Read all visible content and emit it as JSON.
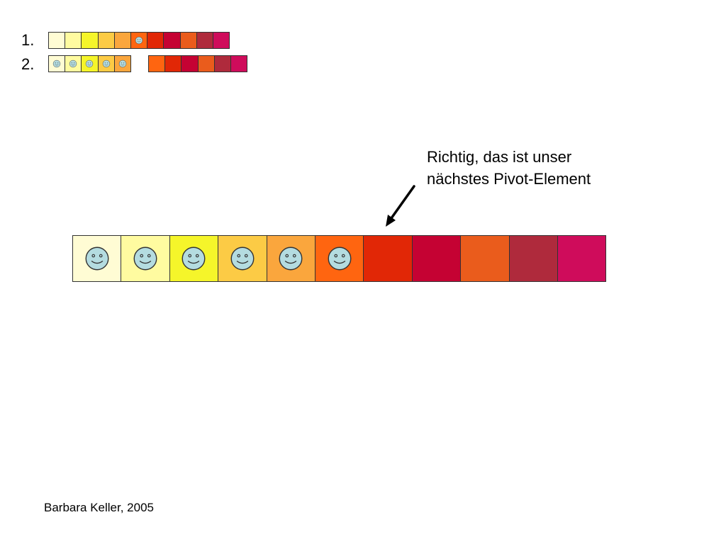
{
  "colors": [
    "#fffcd4",
    "#fffba0",
    "#f5f52a",
    "#fccb45",
    "#faa63d",
    "#ff6510",
    "#e12706",
    "#c50233",
    "#ea5c1c",
    "#af2a3c",
    "#cf0c5b"
  ],
  "rows": [
    {
      "label": "1.",
      "smiley_indices": [
        5
      ],
      "gap_after": null
    },
    {
      "label": "2.",
      "smiley_indices": [
        0,
        1,
        2,
        3,
        4
      ],
      "gap_after": 4
    }
  ],
  "main_row": {
    "smiley_indices": [
      0,
      1,
      2,
      3,
      4,
      5
    ]
  },
  "callout": {
    "line1": "Richtig, das ist unser",
    "line2": "nächstes Pivot-Element"
  },
  "footer": "Barbara Keller, 2005",
  "smiley_face_color": "#b4dce0"
}
